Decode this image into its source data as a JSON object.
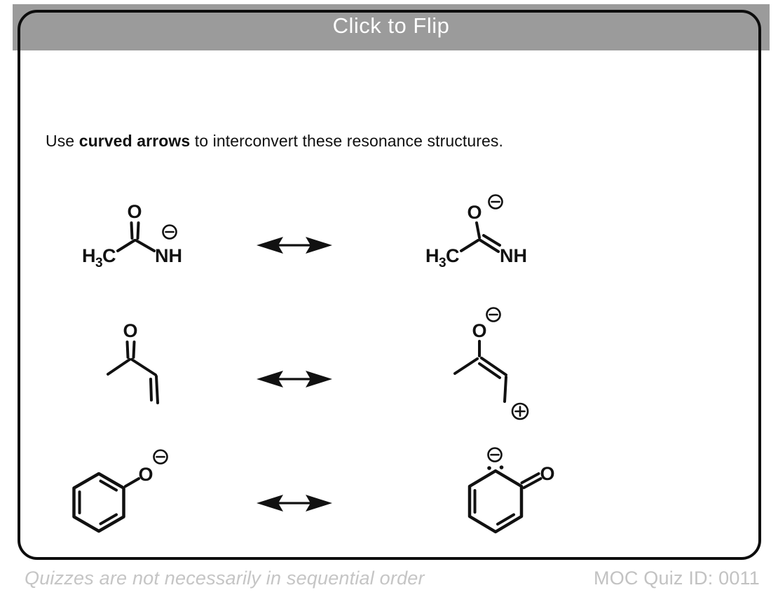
{
  "header": {
    "title": "Click to Flip"
  },
  "instruction": {
    "pre": "Use ",
    "emphasis": "curved arrows",
    "post": " to interconvert these resonance structures."
  },
  "atoms": {
    "oxygen": "O",
    "h": "H",
    "sub3": "3",
    "c": "C",
    "nh": "NH"
  },
  "icons": {
    "negative-charge": "⊖",
    "positive-charge": "⊕",
    "lone-pair": "••",
    "resonance-arrow": "↔"
  },
  "colors": {
    "header_bg": "#9b9b9b",
    "header_text": "#ffffff",
    "card_border": "#0d0d0d",
    "structure_ink": "#111111",
    "footer_text": "#c5c5c5"
  },
  "structures": [
    {
      "position": "row-1-left",
      "depicts": "acetamide N-anion: H3C-C(=O)-NH(-)"
    },
    {
      "position": "row-1-right",
      "depicts": "iminolate: H3C-C(-O(-))=NH"
    },
    {
      "position": "row-2-left",
      "depicts": "methyl vinyl ketone: CH3-C(=O)-CH=CH2"
    },
    {
      "position": "row-2-right",
      "depicts": "oxyallyl cation: CH3-C(-O(-))=CH-CH2(+)"
    },
    {
      "position": "row-3-left",
      "depicts": "phenoxide anion"
    },
    {
      "position": "row-3-right",
      "depicts": "cyclohexadienone carbanion with lone pair"
    }
  ],
  "footer": {
    "note": "Quizzes are not necessarily in sequential order",
    "quiz_id": "MOC Quiz ID: 0011"
  }
}
